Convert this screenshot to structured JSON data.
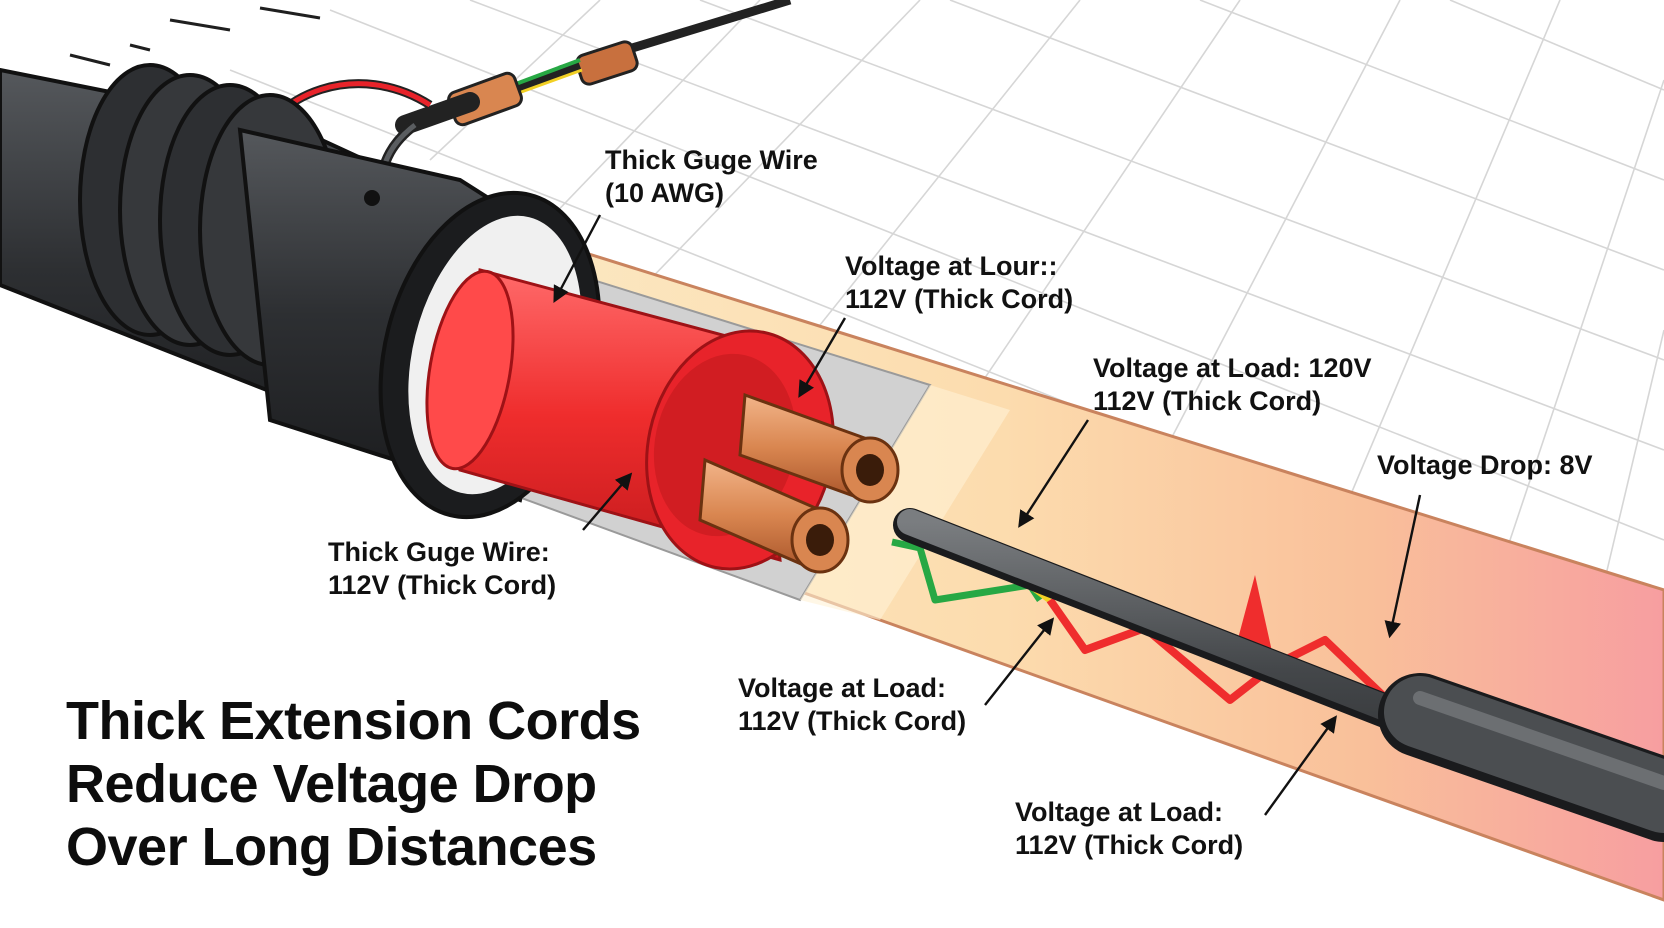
{
  "title": {
    "lines": [
      "Thick Extension Cords",
      "Reduce Veltage Drop",
      "Over Long Distances"
    ]
  },
  "callouts": [
    {
      "id": "wire-gauge-top",
      "line1": "Thick Guge Wire",
      "line2": "(10 AWG)"
    },
    {
      "id": "voltage-lour",
      "line1": "Voltage at Lour::",
      "line2": "112V (Thick Cord)"
    },
    {
      "id": "voltage-load-120",
      "line1": "Voltage at Load: 120V",
      "line2": "112V (Thick Cord)"
    },
    {
      "id": "voltage-drop",
      "line1": "Voltage Drop: 8V",
      "line2": ""
    },
    {
      "id": "wire-gauge-left",
      "line1": "Thick Guge Wire:",
      "line2": "112V (Thick Cord)"
    },
    {
      "id": "voltage-load-mid",
      "line1": "Voltage at Load:",
      "line2": "112V (Thick Cord)"
    },
    {
      "id": "voltage-load-bottom",
      "line1": "Voltage at Load:",
      "line2": "112V (Thick Cord)"
    }
  ],
  "colors": {
    "insulation": "#e8232a",
    "copper": "#c8703e",
    "jacket": "#2c2e31",
    "ground_wire": "#27a844",
    "gradient_start": "#fbe6bf",
    "gradient_end": "#f8a3a3"
  }
}
